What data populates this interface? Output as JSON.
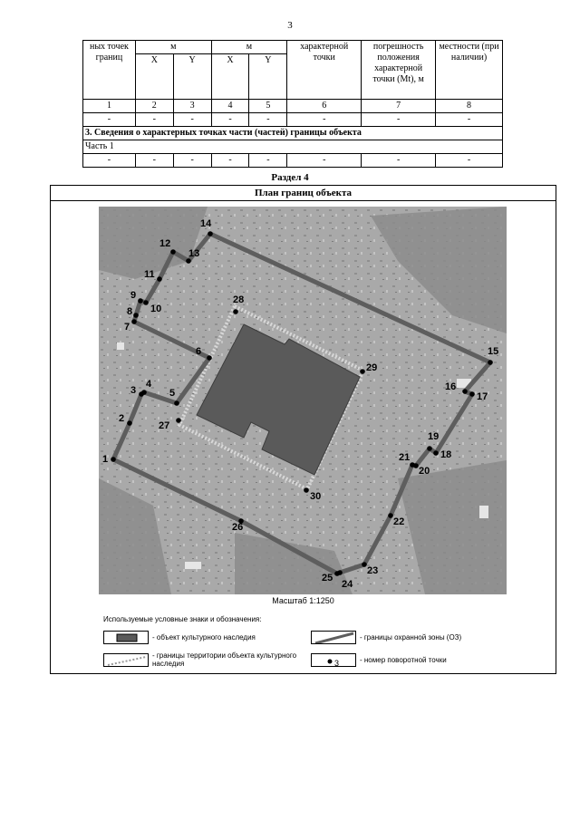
{
  "page_number": "3",
  "table": {
    "header_fragments": {
      "c1": "ных точек границ",
      "c2": "м",
      "c3": "м",
      "c4": "характерной точки",
      "c5": "погрешность положения характерной точки (Мt), м",
      "c6": "местности (при наличии)",
      "x1": "X",
      "y1": "Y",
      "x2": "X",
      "y2": "Y"
    },
    "col_numbers": [
      "1",
      "2",
      "3",
      "4",
      "5",
      "6",
      "7",
      "8"
    ],
    "dash_row": [
      "-",
      "-",
      "-",
      "-",
      "-",
      "-",
      "-",
      "-"
    ],
    "section3_title": "3. Сведения о характерных точках части (частей) границы объекта",
    "part_label": "Часть 1",
    "dash_row2": [
      "-",
      "-",
      "-",
      "-",
      "-",
      "-",
      "-",
      "-"
    ]
  },
  "section": {
    "title": "Раздел 4",
    "plan_title": "План границ объекта"
  },
  "map": {
    "point_labels": [
      {
        "id": "1",
        "text": "1"
      },
      {
        "id": "2",
        "text": "2"
      },
      {
        "id": "3",
        "text": "3"
      },
      {
        "id": "4",
        "text": "4"
      },
      {
        "id": "5",
        "text": "5"
      },
      {
        "id": "6",
        "text": "6"
      },
      {
        "id": "7",
        "text": "7"
      },
      {
        "id": "8",
        "text": "8"
      },
      {
        "id": "9",
        "text": "9"
      },
      {
        "id": "10",
        "text": "10"
      },
      {
        "id": "11",
        "text": "11"
      },
      {
        "id": "12",
        "text": "12"
      },
      {
        "id": "13",
        "text": "13"
      },
      {
        "id": "14",
        "text": "14"
      },
      {
        "id": "15",
        "text": "15"
      },
      {
        "id": "16",
        "text": "16"
      },
      {
        "id": "17",
        "text": "17"
      },
      {
        "id": "18",
        "text": "18"
      },
      {
        "id": "19",
        "text": "19"
      },
      {
        "id": "20",
        "text": "20"
      },
      {
        "id": "21",
        "text": "21"
      },
      {
        "id": "22",
        "text": "22"
      },
      {
        "id": "23",
        "text": "23"
      },
      {
        "id": "24",
        "text": "24"
      },
      {
        "id": "25",
        "text": "25"
      },
      {
        "id": "26",
        "text": "26"
      },
      {
        "id": "27",
        "text": "27"
      },
      {
        "id": "28",
        "text": "28"
      },
      {
        "id": "29",
        "text": "29"
      },
      {
        "id": "30",
        "text": "30"
      }
    ],
    "colors": {
      "background": "#a8a8a8",
      "boundary": "#5e5e5e",
      "building": "#5a5a5a",
      "point": "#000000"
    }
  },
  "scale": "Масштаб 1:1250",
  "legend": {
    "title": "Используемые условные знаки и обозначения:",
    "heritage_object": "- объект культурного наследия",
    "protection_zone": "- границы охранной зоны (ОЗ)",
    "territory_boundary": "- границы территории объекта культурного наследия",
    "turning_point": "- номер поворотной точки",
    "turning_point_sample": "3"
  }
}
